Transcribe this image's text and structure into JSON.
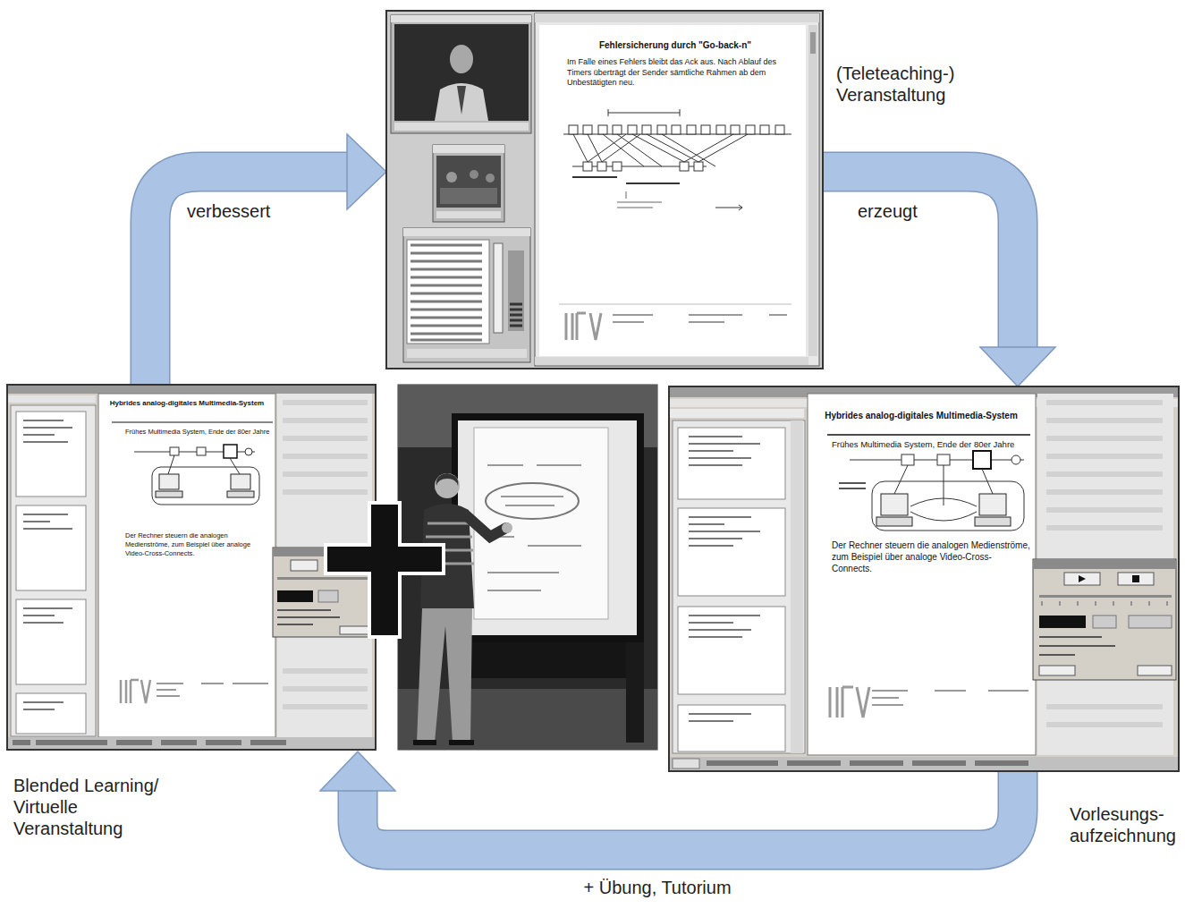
{
  "diagram": {
    "nodes": [
      {
        "text": [
          "(Teleteaching-) Veranstaltung"
        ]
      },
      {
        "text": [
          "Vorlesungs- aufzeichnung"
        ]
      },
      {
        "text": [
          "Blended Learning/ Virtuelle Veranstaltung"
        ]
      }
    ],
    "edges": [
      {
        "from": 0,
        "to": 1,
        "label": "erzeugt",
        "arrow": "to"
      },
      {
        "from": 1,
        "to": 2,
        "label": "+ Übung, Tutorium",
        "arrow": "to"
      },
      {
        "from": 2,
        "to": 0,
        "label": "verbessert",
        "arrow": "to"
      }
    ],
    "labels": [
      "Fehlersicherung durch \"Go-back-n\"",
      "Im Falle eines Fehlers bleibt das Ack aus. Nach Ablauf des Timers überträgt der Sender sämtliche Rahmen ab dem Unbestätigten neu.",
      "Hybrides analog-digitales Multimedia-System",
      "Frühes Multimedia System, Ende der 80er Jahre",
      "Der Rechner steuern die analogen Medienströme, zum Beispiel über analoge Video-Cross-Connects.",
      "Hybrides analog-digitales Multimedia-System",
      "Frühes Multimedia System, Ende der 80er Jahre",
      "Der Rechner steuern die analogen Medienströme, zum Beispiel über analoge Video-Cross-Connects."
    ]
  }
}
